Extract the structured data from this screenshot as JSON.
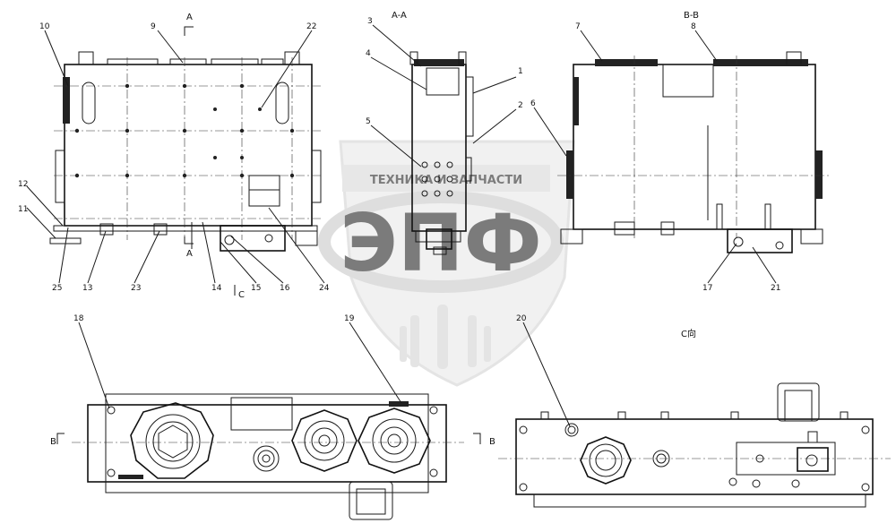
{
  "view_labels": {
    "section_a_top": "A",
    "section_a_bottom": "A",
    "section_aa": "A-A",
    "section_bb": "B-B",
    "section_b_left": "B",
    "section_b_right": "B",
    "view_c_mark": "C",
    "view_c_title": "C向"
  },
  "callouts": [
    "1",
    "2",
    "3",
    "4",
    "5",
    "6",
    "7",
    "8",
    "9",
    "10",
    "11",
    "12",
    "13",
    "14",
    "15",
    "16",
    "17",
    "18",
    "19",
    "20",
    "21",
    "22",
    "23",
    "24",
    "25"
  ],
  "watermark": {
    "caption": "ТЕХНИКА И ЗАПЧАСТИ",
    "brand": "ЭПФ",
    "color": "#c9c9c9"
  }
}
